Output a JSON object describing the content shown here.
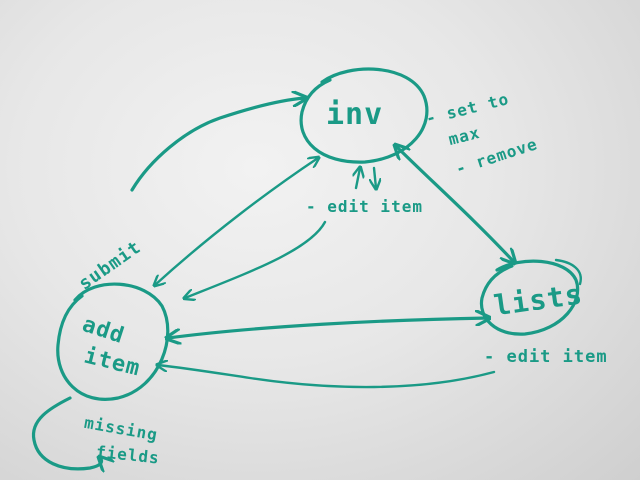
{
  "diagram": {
    "ink_color": "#1a9a86",
    "board_color": "#e8e8e8",
    "nodes": {
      "inv": "inv",
      "lists": "lists",
      "add_item_line1": "add",
      "add_item_line2": "item"
    },
    "labels": {
      "submit": "submit",
      "set_to_max_line1": "- set to",
      "set_to_max_line2": "max",
      "remove": "- remove",
      "edit_item_top": "- edit item",
      "edit_item_bottom": "- edit item",
      "missing_fields_line1": "missing",
      "missing_fields_line2": "fields"
    }
  }
}
